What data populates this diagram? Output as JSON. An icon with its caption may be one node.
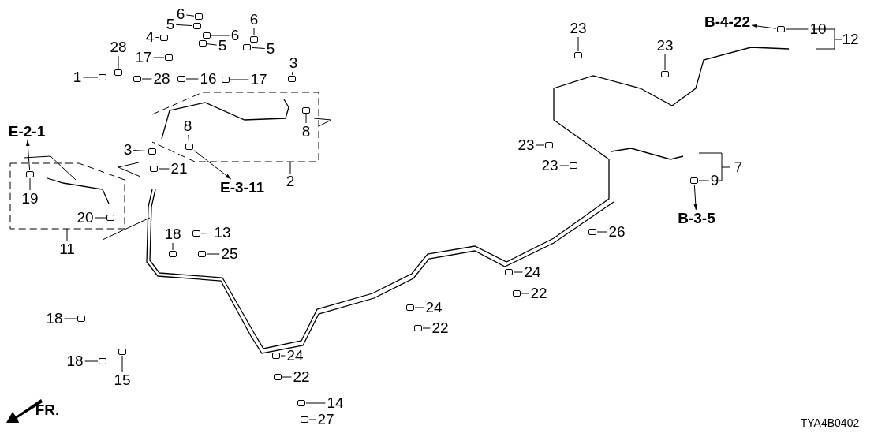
{
  "diagram": {
    "nodes": [
      {
        "text": [
          "6"
        ]
      },
      {
        "text": [
          "5"
        ]
      },
      {
        "text": [
          "4"
        ]
      },
      {
        "text": [
          "6"
        ]
      },
      {
        "text": [
          "6"
        ]
      },
      {
        "text": [
          "5"
        ]
      },
      {
        "text": [
          "5"
        ]
      },
      {
        "text": [
          "28"
        ]
      },
      {
        "text": [
          "17"
        ]
      },
      {
        "text": [
          "1"
        ]
      },
      {
        "text": [
          "28"
        ]
      },
      {
        "text": [
          "16"
        ]
      },
      {
        "text": [
          "17"
        ]
      },
      {
        "text": [
          "3"
        ]
      },
      {
        "text": [
          "8"
        ]
      },
      {
        "text": [
          "8"
        ]
      },
      {
        "text": [
          "3"
        ]
      },
      {
        "text": [
          "21"
        ]
      },
      {
        "text": [
          "19"
        ]
      },
      {
        "text": [
          "20"
        ]
      },
      {
        "text": [
          "18"
        ]
      },
      {
        "text": [
          "13"
        ]
      },
      {
        "text": [
          "25"
        ]
      },
      {
        "text": [
          "18"
        ]
      },
      {
        "text": [
          "15"
        ]
      },
      {
        "text": [
          "18"
        ]
      },
      {
        "text": [
          "24"
        ]
      },
      {
        "text": [
          "22"
        ]
      },
      {
        "text": [
          "14"
        ]
      },
      {
        "text": [
          "27"
        ]
      },
      {
        "text": [
          "24"
        ]
      },
      {
        "text": [
          "22"
        ]
      },
      {
        "text": [
          "24"
        ]
      },
      {
        "text": [
          "22"
        ]
      },
      {
        "text": [
          "26"
        ]
      },
      {
        "text": [
          "23"
        ]
      },
      {
        "text": [
          "23"
        ]
      },
      {
        "text": [
          "23"
        ]
      },
      {
        "text": [
          "23"
        ]
      },
      {
        "text": [
          "10"
        ]
      },
      {
        "text": [
          "9"
        ]
      },
      {
        "text": [
          "E-2-1"
        ]
      },
      {
        "text": [
          "E-3-11"
        ]
      },
      {
        "text": [
          "B-4-22"
        ]
      },
      {
        "text": [
          "B-3-5"
        ]
      },
      {
        "text": [],
        "shape": "box"
      },
      {
        "text": [],
        "shape": "box"
      },
      {
        "text": [],
        "shape": "box"
      },
      {
        "text": [],
        "shape": "box"
      },
      {
        "text": [],
        "shape": "box"
      },
      {
        "text": [],
        "shape": "box"
      },
      {
        "text": [],
        "shape": "box"
      },
      {
        "text": [],
        "shape": "box"
      },
      {
        "text": [],
        "shape": "box"
      },
      {
        "text": [],
        "shape": "box"
      },
      {
        "text": [],
        "shape": "box"
      },
      {
        "text": [],
        "shape": "box"
      },
      {
        "text": [],
        "shape": "box"
      },
      {
        "text": [],
        "shape": "box"
      },
      {
        "text": [],
        "shape": "box"
      },
      {
        "text": [],
        "shape": "box"
      },
      {
        "text": [],
        "shape": "box"
      },
      {
        "text": [],
        "shape": "box"
      },
      {
        "text": [],
        "shape": "box"
      },
      {
        "text": [],
        "shape": "box"
      },
      {
        "text": [],
        "shape": "box"
      },
      {
        "text": [],
        "shape": "box"
      },
      {
        "text": [],
        "shape": "box"
      },
      {
        "text": [],
        "shape": "box"
      },
      {
        "text": [],
        "shape": "box"
      },
      {
        "text": [],
        "shape": "box"
      },
      {
        "text": [],
        "shape": "box"
      },
      {
        "text": [],
        "shape": "box"
      },
      {
        "text": [],
        "shape": "box"
      },
      {
        "text": [],
        "shape": "box"
      },
      {
        "text": [],
        "shape": "box"
      },
      {
        "text": [],
        "shape": "box"
      },
      {
        "text": [],
        "shape": "box"
      },
      {
        "text": [],
        "shape": "box"
      },
      {
        "text": [],
        "shape": "box"
      },
      {
        "text": [],
        "shape": "box"
      },
      {
        "text": [],
        "shape": "box"
      },
      {
        "text": [],
        "shape": "box"
      },
      {
        "text": [],
        "shape": "box"
      },
      {
        "text": [],
        "shape": "box"
      },
      {
        "text": [],
        "shape": "box"
      }
    ],
    "edges": [
      {
        "from": 0,
        "to": 45,
        "arrow": "none"
      },
      {
        "from": 1,
        "to": 46,
        "arrow": "none"
      },
      {
        "from": 2,
        "to": 47,
        "arrow": "none"
      },
      {
        "from": 3,
        "to": 48,
        "arrow": "none"
      },
      {
        "from": 4,
        "to": 49,
        "arrow": "none"
      },
      {
        "from": 5,
        "to": 50,
        "arrow": "none"
      },
      {
        "from": 6,
        "to": 51,
        "arrow": "none"
      },
      {
        "from": 7,
        "to": 52,
        "arrow": "none"
      },
      {
        "from": 8,
        "to": 53,
        "arrow": "none"
      },
      {
        "from": 9,
        "to": 54,
        "arrow": "none"
      },
      {
        "from": 10,
        "to": 55,
        "arrow": "none"
      },
      {
        "from": 11,
        "to": 56,
        "arrow": "none"
      },
      {
        "from": 12,
        "to": 57,
        "arrow": "none"
      },
      {
        "from": 13,
        "to": 58,
        "arrow": "none"
      },
      {
        "from": 14,
        "to": 59,
        "arrow": "none"
      },
      {
        "from": 15,
        "to": 60,
        "arrow": "none"
      },
      {
        "from": 16,
        "to": 61,
        "arrow": "none"
      },
      {
        "from": 17,
        "to": 62,
        "arrow": "none"
      },
      {
        "from": 18,
        "to": 63,
        "arrow": "none"
      },
      {
        "from": 19,
        "to": 64,
        "arrow": "none"
      },
      {
        "from": 20,
        "to": 65,
        "arrow": "none"
      },
      {
        "from": 21,
        "to": 66,
        "arrow": "none"
      },
      {
        "from": 22,
        "to": 67,
        "arrow": "none"
      },
      {
        "from": 23,
        "to": 68,
        "arrow": "none"
      },
      {
        "from": 24,
        "to": 69,
        "arrow": "none"
      },
      {
        "from": 25,
        "to": 70,
        "arrow": "none"
      },
      {
        "from": 26,
        "to": 71,
        "arrow": "none"
      },
      {
        "from": 27,
        "to": 72,
        "arrow": "none"
      },
      {
        "from": 28,
        "to": 73,
        "arrow": "none"
      },
      {
        "from": 29,
        "to": 74,
        "arrow": "none"
      },
      {
        "from": 30,
        "to": 75,
        "arrow": "none"
      },
      {
        "from": 31,
        "to": 76,
        "arrow": "none"
      },
      {
        "from": 32,
        "to": 77,
        "arrow": "none"
      },
      {
        "from": 33,
        "to": 78,
        "arrow": "none"
      },
      {
        "from": 34,
        "to": 79,
        "arrow": "none"
      },
      {
        "from": 35,
        "to": 80,
        "arrow": "none"
      },
      {
        "from": 36,
        "to": 81,
        "arrow": "none"
      },
      {
        "from": 37,
        "to": 82,
        "arrow": "none"
      },
      {
        "from": 38,
        "to": 83,
        "arrow": "none"
      },
      {
        "from": 39,
        "to": 84,
        "arrow": "none"
      },
      {
        "from": 40,
        "to": 85,
        "arrow": "none"
      },
      {
        "from": 63,
        "to": 41,
        "arrow": "to"
      },
      {
        "from": 59,
        "to": 42,
        "arrow": "to"
      },
      {
        "from": 84,
        "to": 43,
        "arrow": "to"
      },
      {
        "from": 85,
        "to": 44,
        "arrow": "to"
      }
    ],
    "labels": [
      "2",
      "7",
      "11",
      "12",
      "FR.",
      "TYA4B0402"
    ]
  }
}
